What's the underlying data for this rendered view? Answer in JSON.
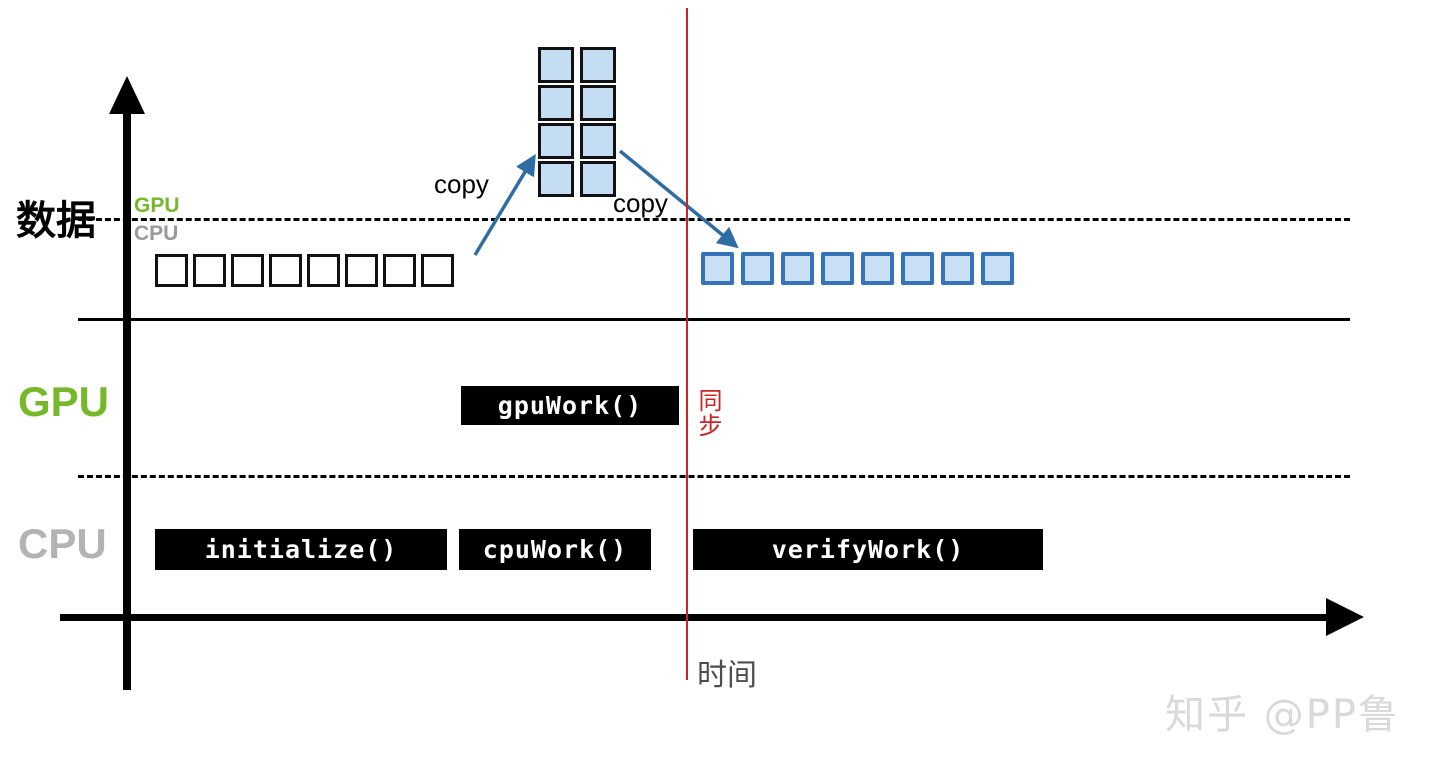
{
  "axes": {
    "y_axis_name": "vertical-axis",
    "x_axis_name": "horizontal-axis",
    "time_caption": "时间"
  },
  "row_labels": {
    "data": "数据",
    "gpu": "GPU",
    "cpu": "CPU"
  },
  "lane_annotations": {
    "gpu_small": "GPU",
    "cpu_small": "CPU"
  },
  "sync": {
    "label": "同步",
    "color": "#cc2222"
  },
  "copy_arrows": [
    {
      "label": "copy",
      "direction": "cpu-to-gpu"
    },
    {
      "label": "copy",
      "direction": "gpu-to-cpu"
    }
  ],
  "data_blocks": {
    "cpu_input": {
      "count": 8,
      "fill": "#ffffff",
      "border": "#111111"
    },
    "gpu_grid": {
      "rows": 4,
      "cols": 2,
      "count": 8,
      "fill": "#c5ddf2",
      "border": "#111111"
    },
    "cpu_output": {
      "count": 8,
      "fill": "#c9e0f5",
      "border": "#3573b9"
    }
  },
  "work_bars": {
    "gpu": [
      {
        "label": "gpuWork()"
      }
    ],
    "cpu": [
      {
        "label": "initialize()"
      },
      {
        "label": "cpuWork()"
      },
      {
        "label": "verifyWork()"
      }
    ]
  },
  "colors": {
    "gpu_green": "#76b82a",
    "cpu_gray": "#b3b3b3",
    "arrow_blue": "#2e6da4",
    "sync_red": "#cc2222"
  },
  "watermark": {
    "text": "知乎 @PP鲁"
  }
}
